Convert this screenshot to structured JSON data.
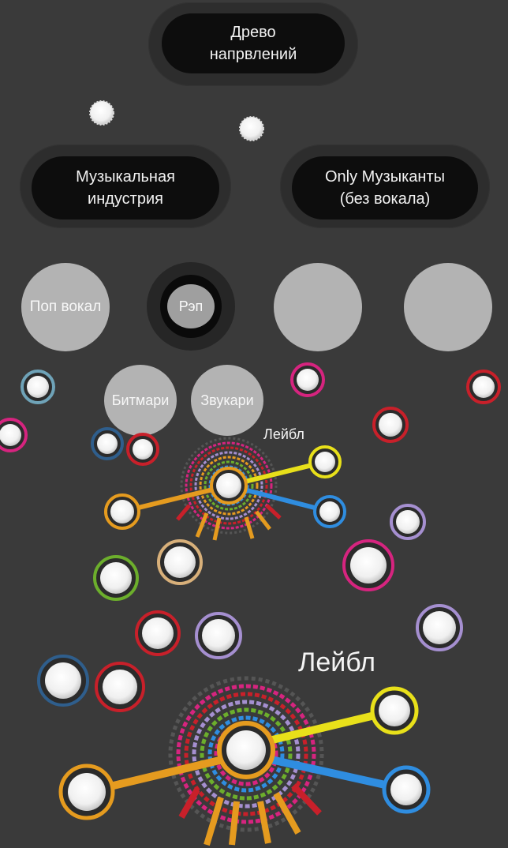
{
  "header": {
    "title": "Древо\nнапрвлений"
  },
  "branches": [
    {
      "id": "music-industry",
      "label": "Музыкальная\nиндустрия"
    },
    {
      "id": "only-musicians",
      "label": "Only Музыканты\n(без вокала)"
    }
  ],
  "categories": [
    {
      "id": "pop-vocal",
      "label": "Поп вокал"
    },
    {
      "id": "rap",
      "label": "Рэп",
      "selected": true
    },
    {
      "id": "cat-3",
      "label": ""
    },
    {
      "id": "cat-4",
      "label": ""
    }
  ],
  "subcategories": [
    {
      "id": "beatmakers",
      "label": "Битмари"
    },
    {
      "id": "sound-engineers",
      "label": "Звукари"
    }
  ],
  "small_node": {
    "label": "Лейбл"
  },
  "big_node": {
    "label": "Лейбл"
  },
  "colors": {
    "background": "#3a3a3a",
    "yellow": "#e8e01a",
    "orange": "#e59b1f",
    "blue": "#2f8de0",
    "pink": "#d6247f",
    "red": "#c8202a",
    "green": "#6cae2c",
    "purple": "#a58fd0",
    "teal": "#6fa3b8",
    "navy": "#2f5e8c"
  }
}
